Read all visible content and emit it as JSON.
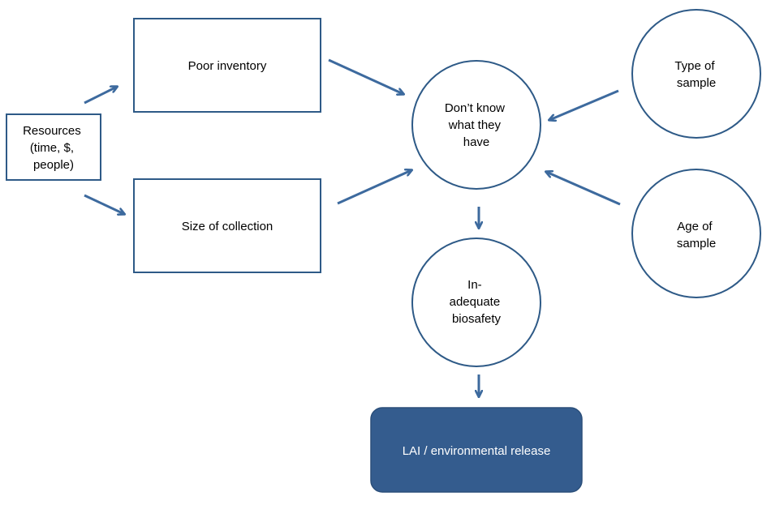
{
  "colors": {
    "outline": "#2e5a87",
    "arrow": "#3d6a9e",
    "filled_box": "#345c8e",
    "filled_box_text": "#ffffff",
    "text": "#000000"
  },
  "nodes": {
    "resources": {
      "lines": [
        "Resources",
        "(time, $,",
        "people)"
      ]
    },
    "poor_inventory": {
      "lines": [
        "Poor inventory"
      ]
    },
    "size_of_collection": {
      "lines": [
        "Size of collection"
      ]
    },
    "dont_know": {
      "lines": [
        "Don’t know",
        "what they",
        "have"
      ]
    },
    "type_of_sample": {
      "lines": [
        "Type of",
        "sample"
      ]
    },
    "age_of_sample": {
      "lines": [
        "Age of",
        "sample"
      ]
    },
    "inadequate_biosafety": {
      "lines": [
        "In-",
        "adequate",
        "biosafety"
      ]
    },
    "lai_release": {
      "lines": [
        "LAI / environmental release"
      ]
    }
  },
  "edges": [
    {
      "from": "resources",
      "to": "poor_inventory"
    },
    {
      "from": "resources",
      "to": "size_of_collection"
    },
    {
      "from": "poor_inventory",
      "to": "dont_know"
    },
    {
      "from": "size_of_collection",
      "to": "dont_know"
    },
    {
      "from": "type_of_sample",
      "to": "dont_know"
    },
    {
      "from": "age_of_sample",
      "to": "dont_know"
    },
    {
      "from": "dont_know",
      "to": "inadequate_biosafety"
    },
    {
      "from": "inadequate_biosafety",
      "to": "lai_release"
    }
  ]
}
